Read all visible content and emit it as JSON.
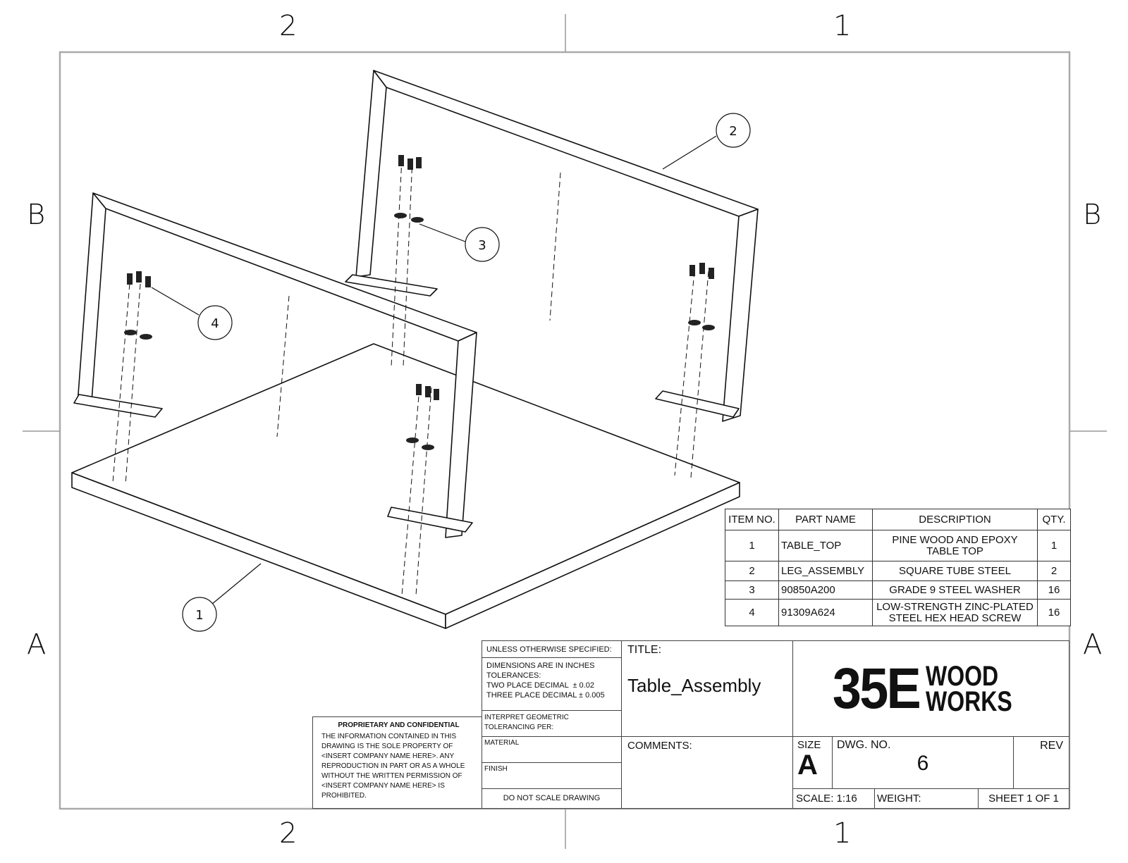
{
  "zones": {
    "top": [
      "2",
      "1"
    ],
    "bottom": [
      "2",
      "1"
    ],
    "left": [
      "B",
      "A"
    ],
    "right": [
      "B",
      "A"
    ]
  },
  "balloons": [
    "1",
    "2",
    "3",
    "4"
  ],
  "bom": {
    "headers": [
      "ITEM NO.",
      "PART NAME",
      "DESCRIPTION",
      "QTY."
    ],
    "rows": [
      {
        "item": "1",
        "part": "TABLE_TOP",
        "desc1": "PINE WOOD AND EPOXY",
        "desc2": "TABLE TOP",
        "qty": "1"
      },
      {
        "item": "2",
        "part": "LEG_ASSEMBLY",
        "desc1": "SQUARE TUBE STEEL",
        "desc2": "",
        "qty": "2"
      },
      {
        "item": "3",
        "part": "90850A200",
        "desc1": "GRADE 9 STEEL WASHER",
        "desc2": "",
        "qty": "16"
      },
      {
        "item": "4",
        "part": "91309A624",
        "desc1": "LOW-STRENGTH ZINC-PLATED",
        "desc2": "STEEL HEX HEAD SCREW",
        "qty": "16"
      }
    ]
  },
  "title_block": {
    "unless": "UNLESS OTHERWISE SPECIFIED:",
    "dims": "DIMENSIONS ARE IN INCHES",
    "tolerances": "TOLERANCES:",
    "two_place": "TWO PLACE DECIMAL",
    "two_place_val": "± 0.02",
    "three_place": "THREE PLACE DECIMAL",
    "three_place_val": "± 0.005",
    "interpret": "INTERPRET GEOMETRIC",
    "tolerancing": "TOLERANCING PER:",
    "material": "MATERIAL",
    "finish": "FINISH",
    "no_scale": "DO NOT SCALE DRAWING",
    "title_label": "TITLE:",
    "title": "Table_Assembly",
    "comments": "COMMENTS:",
    "size_label": "SIZE",
    "size": "A",
    "dwg_label": "DWG.  NO.",
    "dwg_no": "6",
    "rev_label": "REV",
    "scale": "SCALE: 1:16",
    "weight": "WEIGHT:",
    "sheet": "SHEET 1 OF 1"
  },
  "proprietary": {
    "heading": "PROPRIETARY AND CONFIDENTIAL",
    "body": "THE INFORMATION CONTAINED IN THIS DRAWING IS THE SOLE PROPERTY OF <INSERT COMPANY NAME HERE>.  ANY REPRODUCTION IN PART OR AS A WHOLE WITHOUT THE WRITTEN PERMISSION OF <INSERT COMPANY NAME HERE> IS PROHIBITED."
  },
  "logo": {
    "big": "35E",
    "line1": "WOOD",
    "line2": "WORKS"
  }
}
